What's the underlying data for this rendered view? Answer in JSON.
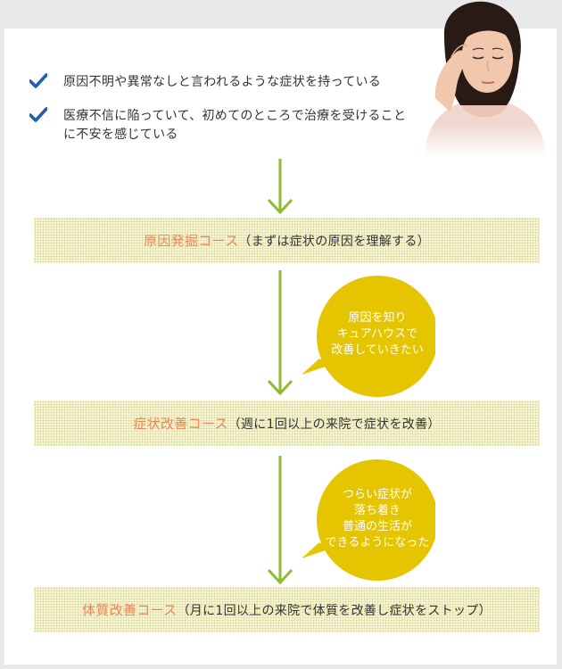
{
  "checklist": [
    {
      "text": "原因不明や異常なしと言われるような症状を持っている"
    },
    {
      "text": "医療不信に陥っていて、初めてのところで治療を受けることに不安を感じている"
    }
  ],
  "courses": [
    {
      "name": "原因発掘コース",
      "desc": "（まずは症状の原因を理解する）"
    },
    {
      "name": "症状改善コース",
      "desc": "（週に1回以上の来院で症状を改善）"
    },
    {
      "name": "体質改善コース",
      "desc": "（月に1回以上の来院で体質を改善し症状をストップ）"
    }
  ],
  "bubbles": [
    {
      "lines": [
        "原因を知り",
        "キュアハウスで",
        "改善していきたい"
      ]
    },
    {
      "lines": [
        "つらい症状が",
        "落ち着き",
        "普通の生活が",
        "できるようになった"
      ]
    }
  ],
  "colors": {
    "check": "#1f5fae",
    "arrow": "#8dbb32",
    "course_name": "#eb8756",
    "bubble": "#e5c400"
  }
}
